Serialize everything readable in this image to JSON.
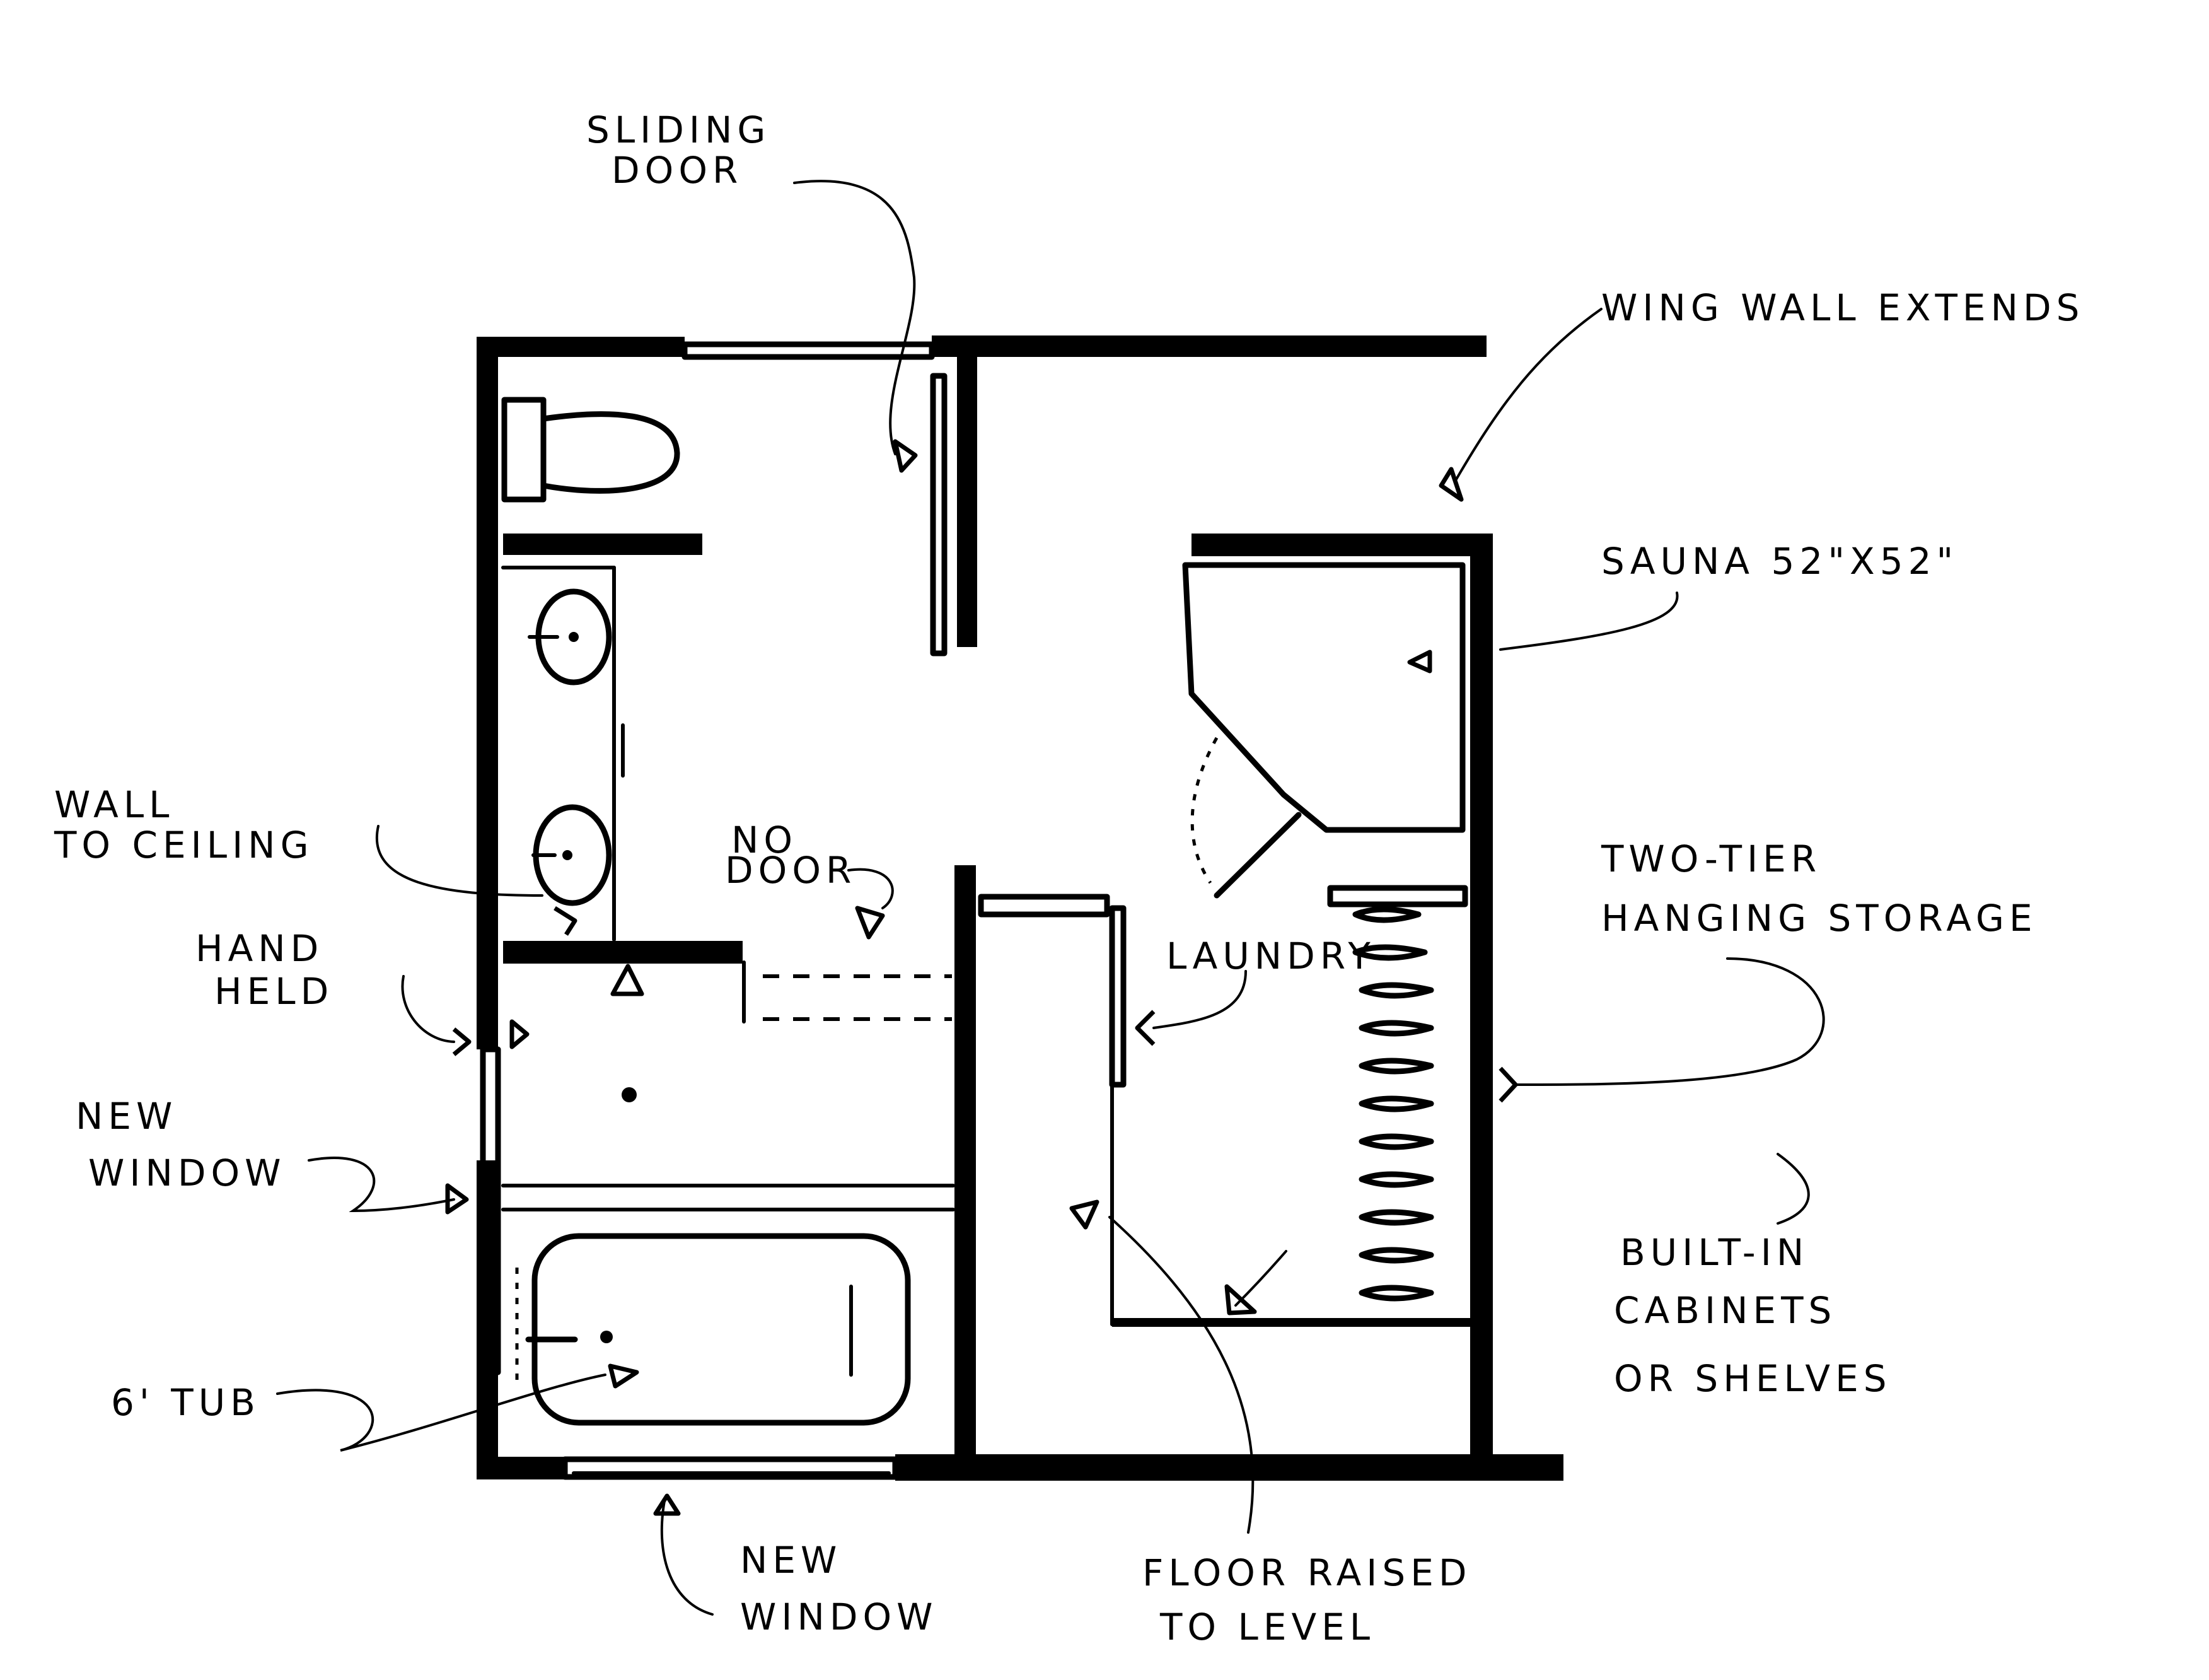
{
  "labels": {
    "sliding_door": [
      "SLIDING",
      "DOOR"
    ],
    "wing_wall": "WING WALL EXTENDS",
    "sauna": "SAUNA   52\"X52\"",
    "two_tier": [
      "TWO-TIER",
      "HANGING STORAGE"
    ],
    "wall_to_ceiling": [
      "WALL",
      "TO CEILING"
    ],
    "no_door": [
      "NO",
      "DOOR"
    ],
    "laundry": "LAUNDRY",
    "hand_held": [
      "HAND",
      "HELD"
    ],
    "new_window_left": [
      "NEW",
      "WINDOW"
    ],
    "built_in": [
      "BUILT-IN",
      "CABINETS",
      "OR SHELVES"
    ],
    "tub": "6' TUB",
    "new_window_bottom": [
      "NEW",
      "WINDOW"
    ],
    "floor_raised": [
      "FLOOR RAISED",
      "TO LEVEL"
    ]
  }
}
